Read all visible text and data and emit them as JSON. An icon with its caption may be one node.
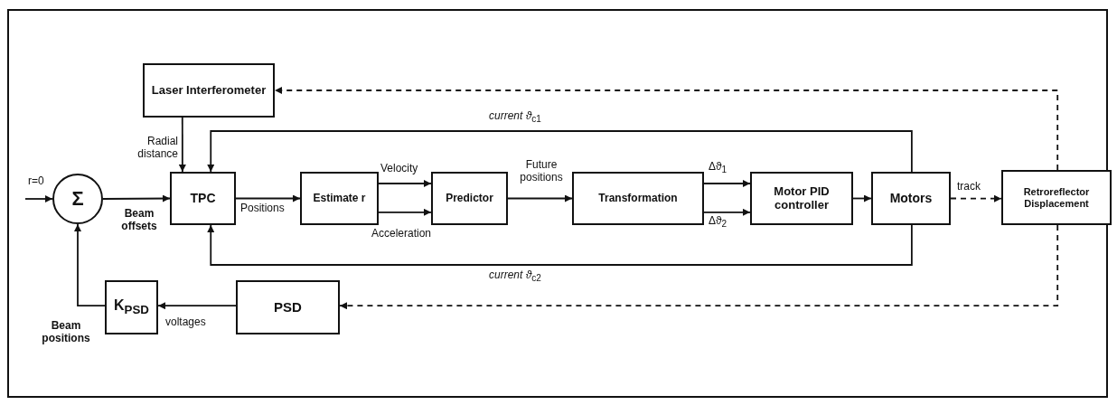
{
  "diagram": {
    "nodes": [
      {
        "text": [
          "Laser Interferometer"
        ]
      },
      {
        "text": [
          "Σ"
        ]
      },
      {
        "text": [
          "TPC"
        ]
      },
      {
        "text": [
          "Estimate r"
        ]
      },
      {
        "text": [
          "Predictor"
        ]
      },
      {
        "text": [
          "Transformation"
        ]
      },
      {
        "text": [
          "Motor PID controller"
        ]
      },
      {
        "text": [
          "Motors"
        ]
      },
      {
        "text": [
          "Retroreflector Displacement"
        ]
      },
      {
        "text": [
          "PSD"
        ]
      },
      {
        "text": [
          "K$_{PSD}$"
        ]
      }
    ],
    "edges": [
      {
        "from": null,
        "to": 1,
        "arrow": "to",
        "label": "r=0"
      },
      {
        "from": 1,
        "to": 2,
        "arrow": "to",
        "label": "Beam offsets"
      },
      {
        "from": 0,
        "to": 2,
        "arrow": "to",
        "label": "Radial distance"
      },
      {
        "from": 2,
        "to": 3,
        "arrow": "to",
        "label": "Positions"
      },
      {
        "from": 3,
        "to": 4,
        "arrow": "to",
        "label": "Velocity"
      },
      {
        "from": 3,
        "to": 4,
        "arrow": "to",
        "label": "Acceleration"
      },
      {
        "from": 4,
        "to": 5,
        "arrow": "to",
        "label": "Future positions"
      },
      {
        "from": 5,
        "to": 6,
        "arrow": "to",
        "label": "Δϑ$_{1}$"
      },
      {
        "from": 5,
        "to": 6,
        "arrow": "to",
        "label": "Δϑ$_{2}$"
      },
      {
        "from": 6,
        "to": 7,
        "arrow": "to"
      },
      {
        "from": 7,
        "to": 2,
        "arrow": "to",
        "label": "*current ϑ*$_{c1}$"
      },
      {
        "from": 7,
        "to": 2,
        "arrow": "to",
        "label": "*current ϑ*$_{c2}$"
      },
      {
        "from": 7,
        "to": 8,
        "arrow": "to",
        "label": "track",
        "style": "dashed"
      },
      {
        "from": 8,
        "to": 0,
        "arrow": "to",
        "style": "dashed"
      },
      {
        "from": 8,
        "to": 9,
        "arrow": "to",
        "style": "dashed"
      },
      {
        "from": 9,
        "to": 10,
        "arrow": "to",
        "label": "voltages"
      },
      {
        "from": 10,
        "to": 1,
        "arrow": "to",
        "label": "Beam positions"
      }
    ]
  }
}
